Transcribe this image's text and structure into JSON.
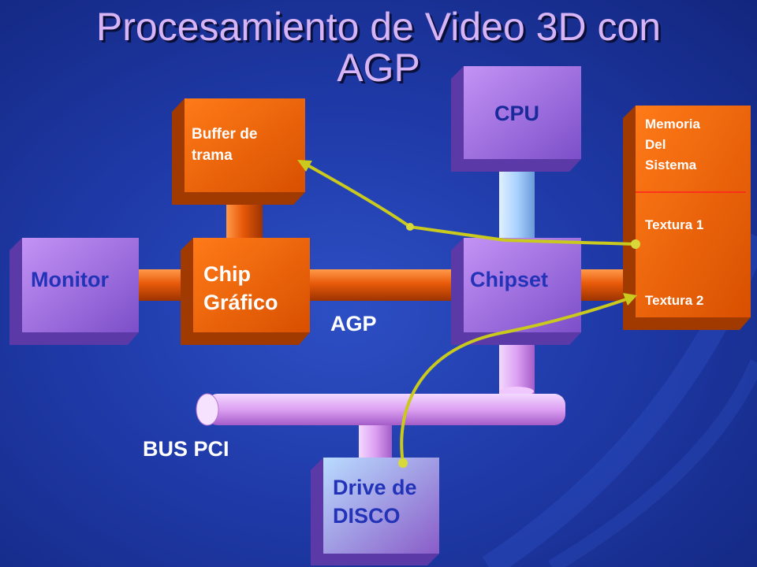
{
  "title": "Procesamiento de Video 3D con AGP",
  "blocks": {
    "monitor": "Monitor",
    "chip": "Chip\nGráfico",
    "chipset": "Chipset",
    "cpu": "CPU",
    "buffer": "Buffer de\ntrama",
    "memory": "Memoria\nDel\nSistema",
    "texture1": "Textura 1",
    "texture2": "Textura 2",
    "drive": "Drive de\nDISCO"
  },
  "bus_labels": {
    "agp": "AGP",
    "pci": "BUS PCI"
  },
  "colors": {
    "orange_block": "#f06a10",
    "purple_block": "#b07ee8",
    "title": "#d6b4f5",
    "arrow": "#c8c820"
  }
}
